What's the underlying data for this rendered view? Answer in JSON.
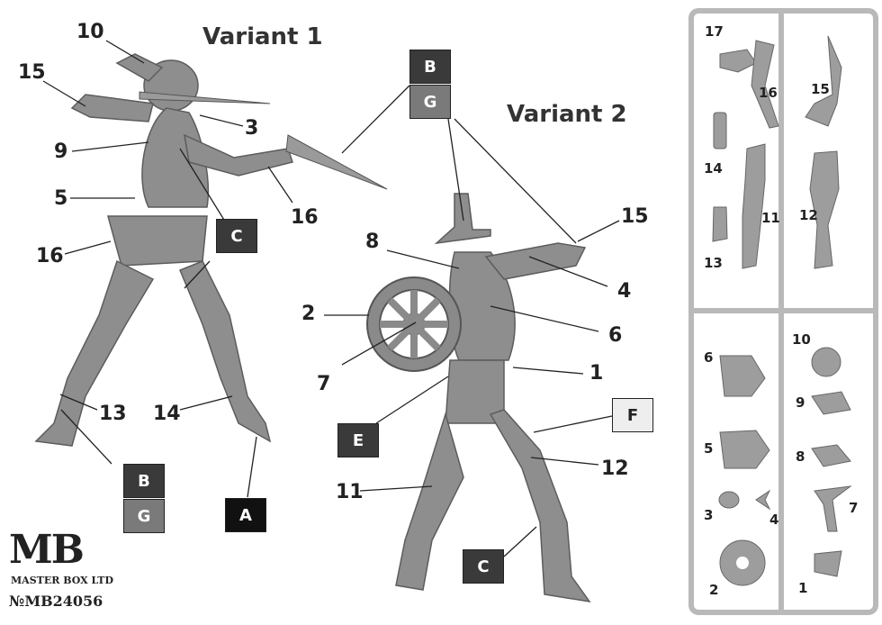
{
  "titles": {
    "variant1": "Variant 1",
    "variant2": "Variant 2"
  },
  "callouts": {
    "v1": [
      "10",
      "15",
      "3",
      "9",
      "5",
      "16",
      "16",
      "13",
      "14"
    ],
    "v2": [
      "8",
      "15",
      "2",
      "4",
      "6",
      "7",
      "1",
      "12",
      "11"
    ]
  },
  "color_boxes": {
    "b1": "B",
    "g1": "G",
    "c1": "C",
    "b2": "B",
    "g2": "G",
    "a": "A",
    "e": "E",
    "f": "F",
    "c2": "C"
  },
  "sprue_labels": [
    "17",
    "16",
    "15",
    "14",
    "11",
    "12",
    "13",
    "10",
    "6",
    "9",
    "5",
    "8",
    "3",
    "4",
    "7",
    "2",
    "1"
  ],
  "brand": {
    "logo": "MB",
    "company": "MASTER BOX LTD",
    "catalog": "№MB24056"
  },
  "colors": {
    "figure": "#8e8e8e",
    "figure_dark": "#6e6e6e",
    "sprue": "#b9b9b9"
  }
}
